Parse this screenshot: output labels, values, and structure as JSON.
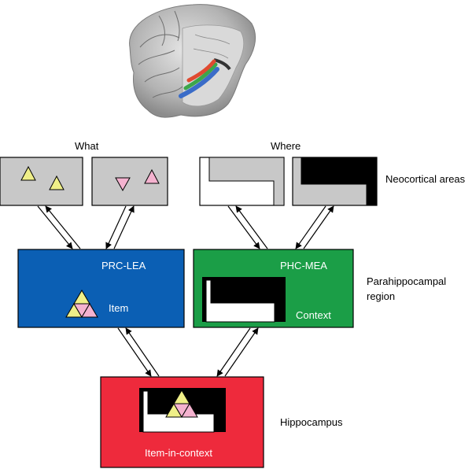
{
  "labels": {
    "what": "What",
    "where": "Where",
    "neocortical": "Neocortical areas",
    "parahippocampal_line1": "Parahippocampal",
    "parahippocampal_line2": "region",
    "hippocampus": "Hippocampus",
    "prc_lea": "PRC-LEA",
    "item": "Item",
    "phc_mea": "PHC-MEA",
    "context": "Context",
    "item_in_context": "Item-in-context"
  },
  "colors": {
    "neocortex_box": "#c8c8c8",
    "prc_box": "#0b5fb4",
    "phc_box": "#1b9e47",
    "hippocampus_box": "#ee2a3c",
    "triangle_yellow": "#efef88",
    "triangle_pink": "#f4b2cf",
    "brain_red": "#e04a30",
    "brain_green": "#3ca64a",
    "brain_blue": "#3a6cc8"
  },
  "icons": [
    "brain-illustration",
    "triangle-icon",
    "context-shape-icon",
    "bidirectional-arrow-icon"
  ]
}
